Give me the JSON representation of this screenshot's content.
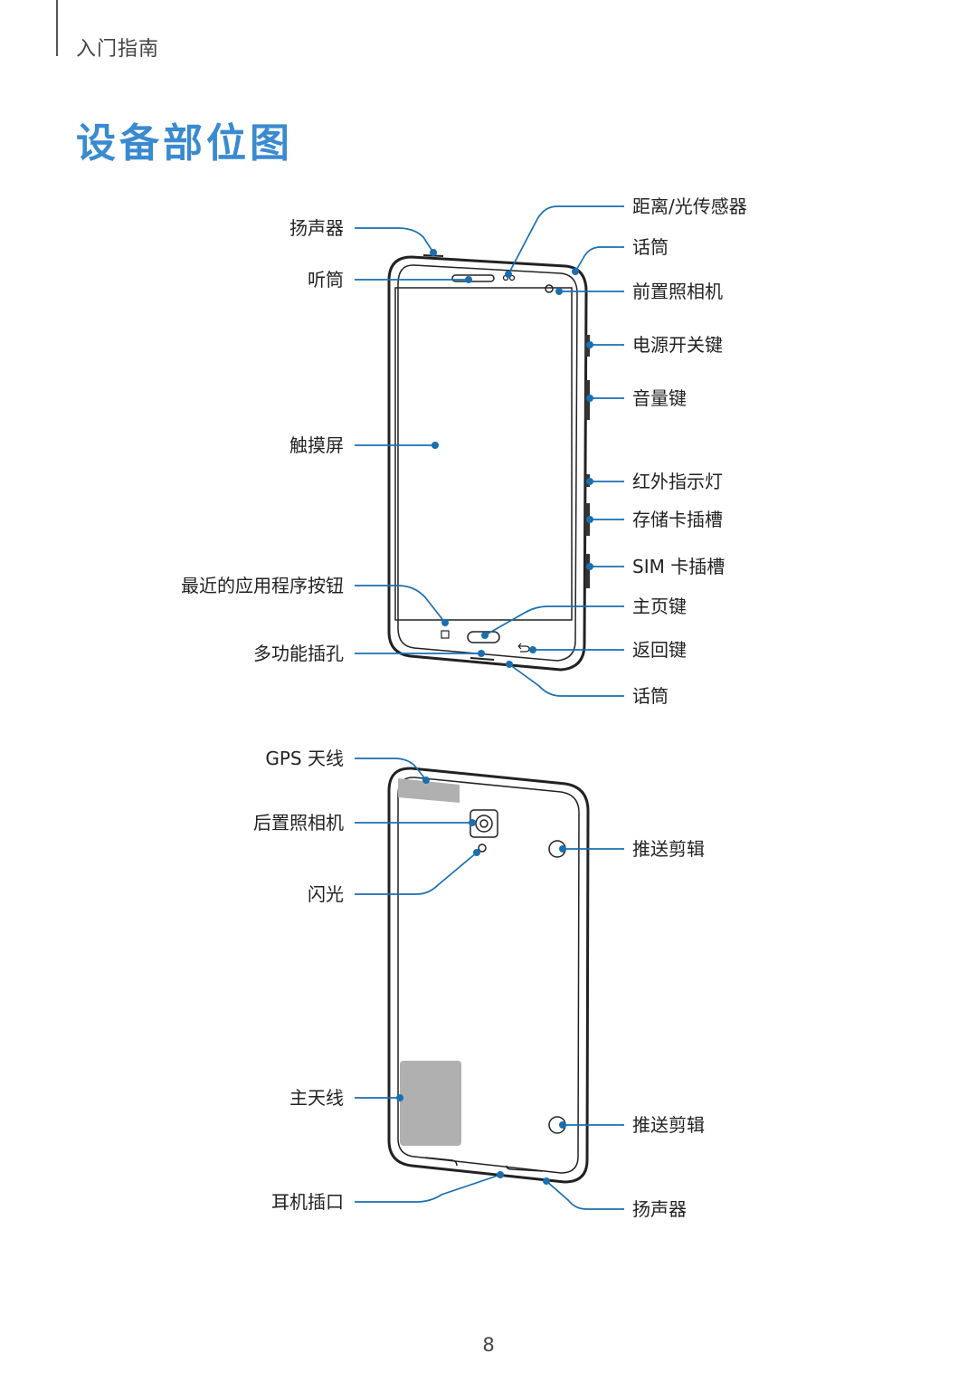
{
  "header": {
    "section": "入门指南",
    "title": "设备部位图"
  },
  "front_labels_left": {
    "speaker": "扬声器",
    "earpiece": "听筒",
    "touchscreen": "触摸屏",
    "recent_apps": "最近的应用程序按钮",
    "multipurpose_jack": "多功能插孔"
  },
  "front_labels_right": {
    "proximity_sensor": "距离/光传感器",
    "mic_top": "话筒",
    "front_camera": "前置照相机",
    "power_key": "电源开关键",
    "volume_key": "音量键",
    "ir_led": "红外指示灯",
    "memory_card_slot": "存储卡插槽",
    "sim_slot": "SIM 卡插槽",
    "home_key": "主页键",
    "back_key": "返回键",
    "mic_bottom": "话筒"
  },
  "back_labels_left": {
    "gps_antenna": "GPS 天线",
    "rear_camera": "后置照相机",
    "flash": "闪光",
    "main_antenna": "主天线",
    "headset_jack": "耳机插口"
  },
  "back_labels_right": {
    "clip_top": "推送剪辑",
    "clip_bottom": "推送剪辑",
    "speaker": "扬声器"
  },
  "footer": {
    "page": "8"
  }
}
